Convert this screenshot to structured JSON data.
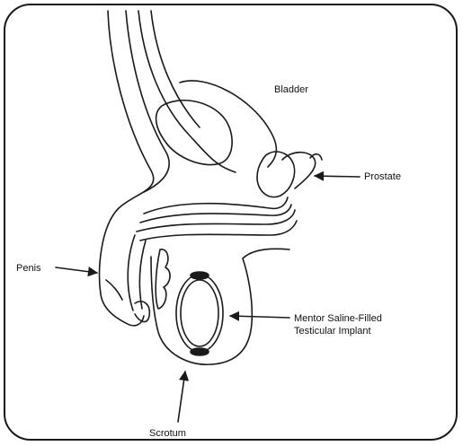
{
  "labels": {
    "bladder": "Bladder",
    "prostate": "Prostate",
    "penis": "Penis",
    "implant": "Mentor Saline-Filled\nTesticular Implant",
    "scrotum": "Scrotum"
  },
  "colors": {
    "line": "#1a1a1a",
    "background": "#ffffff"
  }
}
